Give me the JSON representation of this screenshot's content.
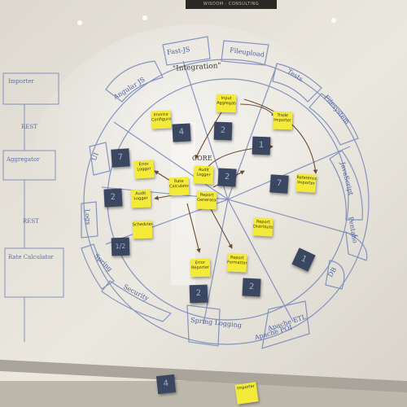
{
  "sign": {
    "text": "WISDOM · CONSULTING"
  },
  "ring_labels": [
    {
      "text": "Angular JS"
    },
    {
      "text": "Fast-JS"
    },
    {
      "text": "Fileupload"
    },
    {
      "text": "Tests"
    },
    {
      "text": "Filesystem"
    },
    {
      "text": "JavaScript"
    },
    {
      "text": "Pentaho"
    },
    {
      "text": "Apache ETL"
    },
    {
      "text": "DB"
    },
    {
      "text": "Security"
    },
    {
      "text": "Spring"
    },
    {
      "text": "Logs"
    },
    {
      "text": "UI"
    },
    {
      "text": "Spring Logging"
    },
    {
      "text": "Apache POI"
    }
  ],
  "center_labels": {
    "integration": "\"Integration\"",
    "core": "CORE"
  },
  "left_labels": [
    {
      "text": "Importer"
    },
    {
      "text": "REST"
    },
    {
      "text": "Aggregator"
    },
    {
      "text": "REST"
    },
    {
      "text": "Rate Calculator"
    }
  ],
  "yellow_notes": [
    {
      "text": "Invoice Configurator"
    },
    {
      "text": "Input Aggregator"
    },
    {
      "text": "Trade Importer"
    },
    {
      "text": "Error Logger"
    },
    {
      "text": "Audit Logger"
    },
    {
      "text": "Rate Calculator"
    },
    {
      "text": "Audit Logger"
    },
    {
      "text": "Report Generator"
    },
    {
      "text": "Reference Importer"
    },
    {
      "text": "Scheduler"
    },
    {
      "text": "Report Distributor"
    },
    {
      "text": "Error Reporter"
    },
    {
      "text": "Report Formatter"
    },
    {
      "text": "Importer"
    }
  ],
  "dark_notes": [
    {
      "text": "4"
    },
    {
      "text": "2"
    },
    {
      "text": "1"
    },
    {
      "text": "7"
    },
    {
      "text": "2"
    },
    {
      "text": "7"
    },
    {
      "text": "2"
    },
    {
      "text": "1/2"
    },
    {
      "text": "1"
    },
    {
      "text": "2"
    },
    {
      "text": "2"
    },
    {
      "text": "4"
    }
  ],
  "colors": {
    "wall": "#c9c4b8",
    "glass": "#e6e2d9",
    "ink": "#5a6ea8",
    "sticky_yellow": "#f4ea3a",
    "sticky_dark": "#3b4660",
    "arrow": "#6a4a32"
  }
}
